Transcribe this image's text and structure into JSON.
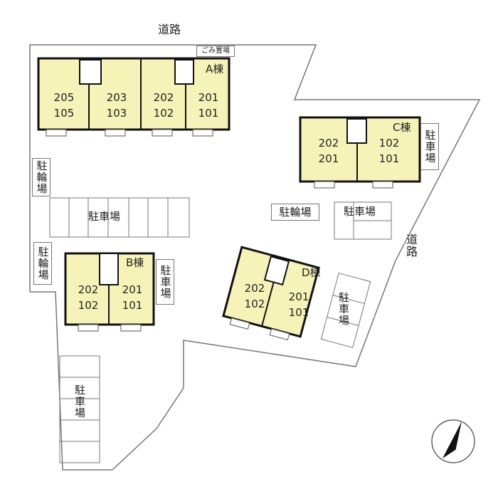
{
  "roads": {
    "top": "道路",
    "right": "道路"
  },
  "garbage": "ごみ置場",
  "buildings": {
    "A": {
      "label": "A棟",
      "units": [
        {
          "upper": "205",
          "lower": "105"
        },
        {
          "upper": "203",
          "lower": "103"
        },
        {
          "upper": "202",
          "lower": "102"
        },
        {
          "upper": "201",
          "lower": "101"
        }
      ]
    },
    "B": {
      "label": "B棟",
      "units": [
        {
          "upper": "202",
          "lower": "102"
        },
        {
          "upper": "201",
          "lower": "101"
        }
      ]
    },
    "C": {
      "label": "C棟",
      "units": [
        {
          "upper": "202",
          "lower": "201"
        },
        {
          "upper": "102",
          "lower": "101"
        }
      ]
    },
    "D": {
      "label": "D棟",
      "units": [
        {
          "upper": "202",
          "lower": "102"
        },
        {
          "upper": "201",
          "lower": "101"
        }
      ]
    }
  },
  "parking": {
    "center": "駐車場",
    "right_c": "駐車場",
    "right_mid": "駐車場",
    "b": "駐車場",
    "d": "駐車場",
    "bottom": "駐車場"
  },
  "bicycle": {
    "left_top": "駐輪場",
    "left_mid": "駐輪場",
    "center": "駐輪場"
  },
  "colors": {
    "building_fill": "#f6f3b8",
    "wall": "#111111",
    "lot_line": "#777777"
  }
}
